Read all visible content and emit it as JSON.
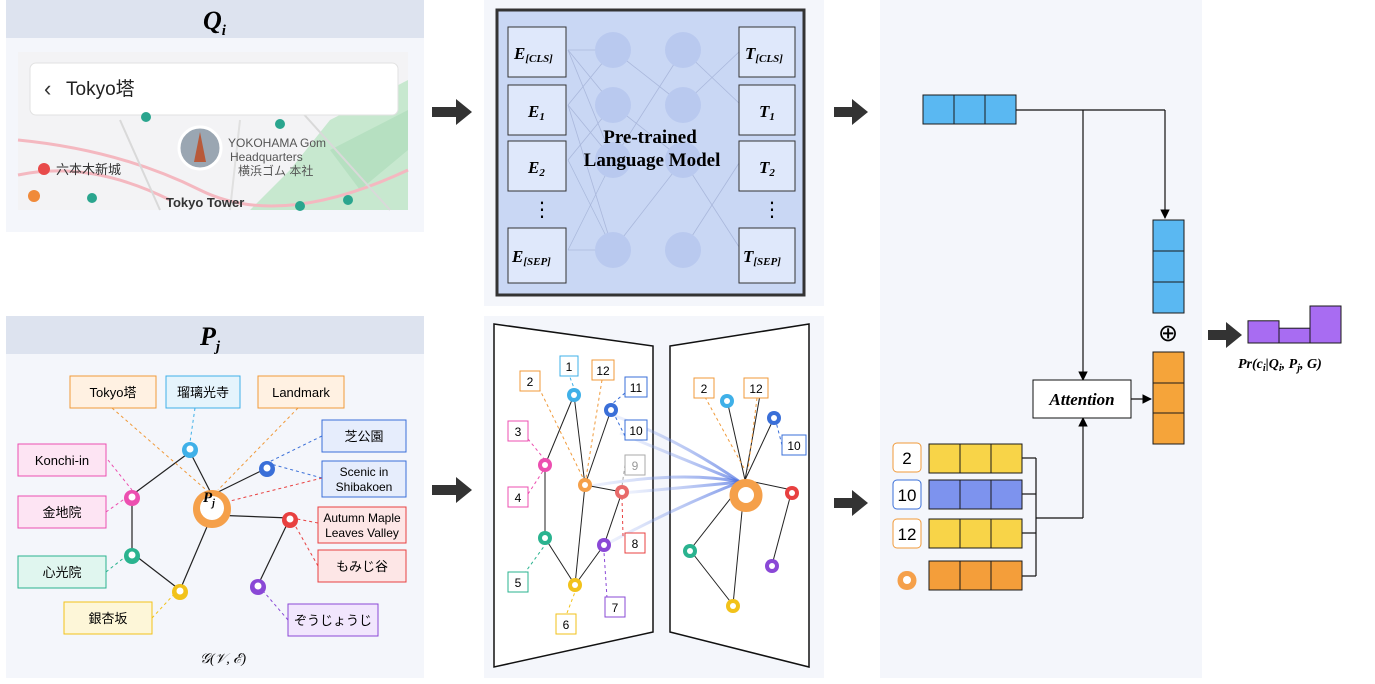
{
  "query_panel": {
    "title": "Q",
    "title_sub": "i",
    "search_text": "Tokyo塔",
    "map_labels": {
      "place1": "YOKOHAMA Gom",
      "place2": "Headquarters",
      "place3": "横浜ゴム 本社",
      "roppongi": "六本木新城",
      "tower": "Tokyo Tower"
    },
    "colors": {
      "header": "#dde3ef",
      "park": "#bfe6c8",
      "road": "#f2b8c0"
    }
  },
  "poi_panel": {
    "title": "P",
    "title_sub": "j",
    "center_label": "P",
    "center_sub": "j",
    "graph_label": "𝒢(𝒱, ℰ)",
    "boxes": {
      "tokyo_tower": "Tokyo塔",
      "ruri": "瑠璃光寺",
      "landmark": "Landmark",
      "shiba_park": "芝公園",
      "scenic1": "Scenic in",
      "scenic2": "Shibakoen",
      "konchi": "Konchi-in",
      "konchi_kanji": "金地院",
      "autumn1": "Autumn Maple",
      "autumn2": "Leaves Valley",
      "momiji": "もみじ谷",
      "shinko": "心光院",
      "ginkgo": "銀杏坂",
      "zojoji": "ぞうじょうじ"
    },
    "colors": {
      "orange": "#f5a04a",
      "blue": "#3a6fd8",
      "pink": "#ec4fb0",
      "red": "#e84040",
      "green": "#2ab38f",
      "yellow": "#f2c21a",
      "purple": "#8a48d6",
      "cyan": "#3fb0e8"
    }
  },
  "plm": {
    "title_line1": "Pre-trained",
    "title_line2": "Language Model",
    "inputs": {
      "cls": "E",
      "cls_sub": "[CLS]",
      "e1": "E",
      "e1_sub": "1",
      "e2": "E",
      "e2_sub": "2",
      "sep": "E",
      "sep_sub": "[SEP]"
    },
    "outputs": {
      "cls": "T",
      "cls_sub": "[CLS]",
      "t1": "T",
      "t1_sub": "1",
      "t2": "T",
      "t2_sub": "2",
      "sep": "T",
      "sep_sub": "[SEP]"
    },
    "dots": "⋮",
    "colors": {
      "bg": "#c9d7f4",
      "box": "#dfe8fb",
      "neuron": "#b9c9ef"
    }
  },
  "graph_encoder": {
    "left_nodes": [
      "1",
      "2",
      "3",
      "4",
      "5",
      "6",
      "7",
      "8",
      "9",
      "10",
      "11",
      "12"
    ],
    "right_nodes": [
      "2",
      "12",
      "10"
    ]
  },
  "attention_block": {
    "attention_label": "Attention",
    "oplus": "⊕",
    "neighbors": [
      "2",
      "10",
      "12"
    ],
    "output_label": "Pr(c",
    "output_sub": "i",
    "output_rest": "|Q",
    "output_sub2": "i",
    "output_rest2": ", P",
    "output_sub3": "j",
    "output_rest3": ", G)",
    "bar_levels": [
      3,
      2,
      5
    ],
    "colors": {
      "query_vec": "#5ab8f2",
      "neighbor_2": "#f8d448",
      "neighbor_10": "#7d93ee",
      "neighbor_12": "#f8d448",
      "center": "#f49e3a",
      "bars": "#a86cf2"
    }
  }
}
